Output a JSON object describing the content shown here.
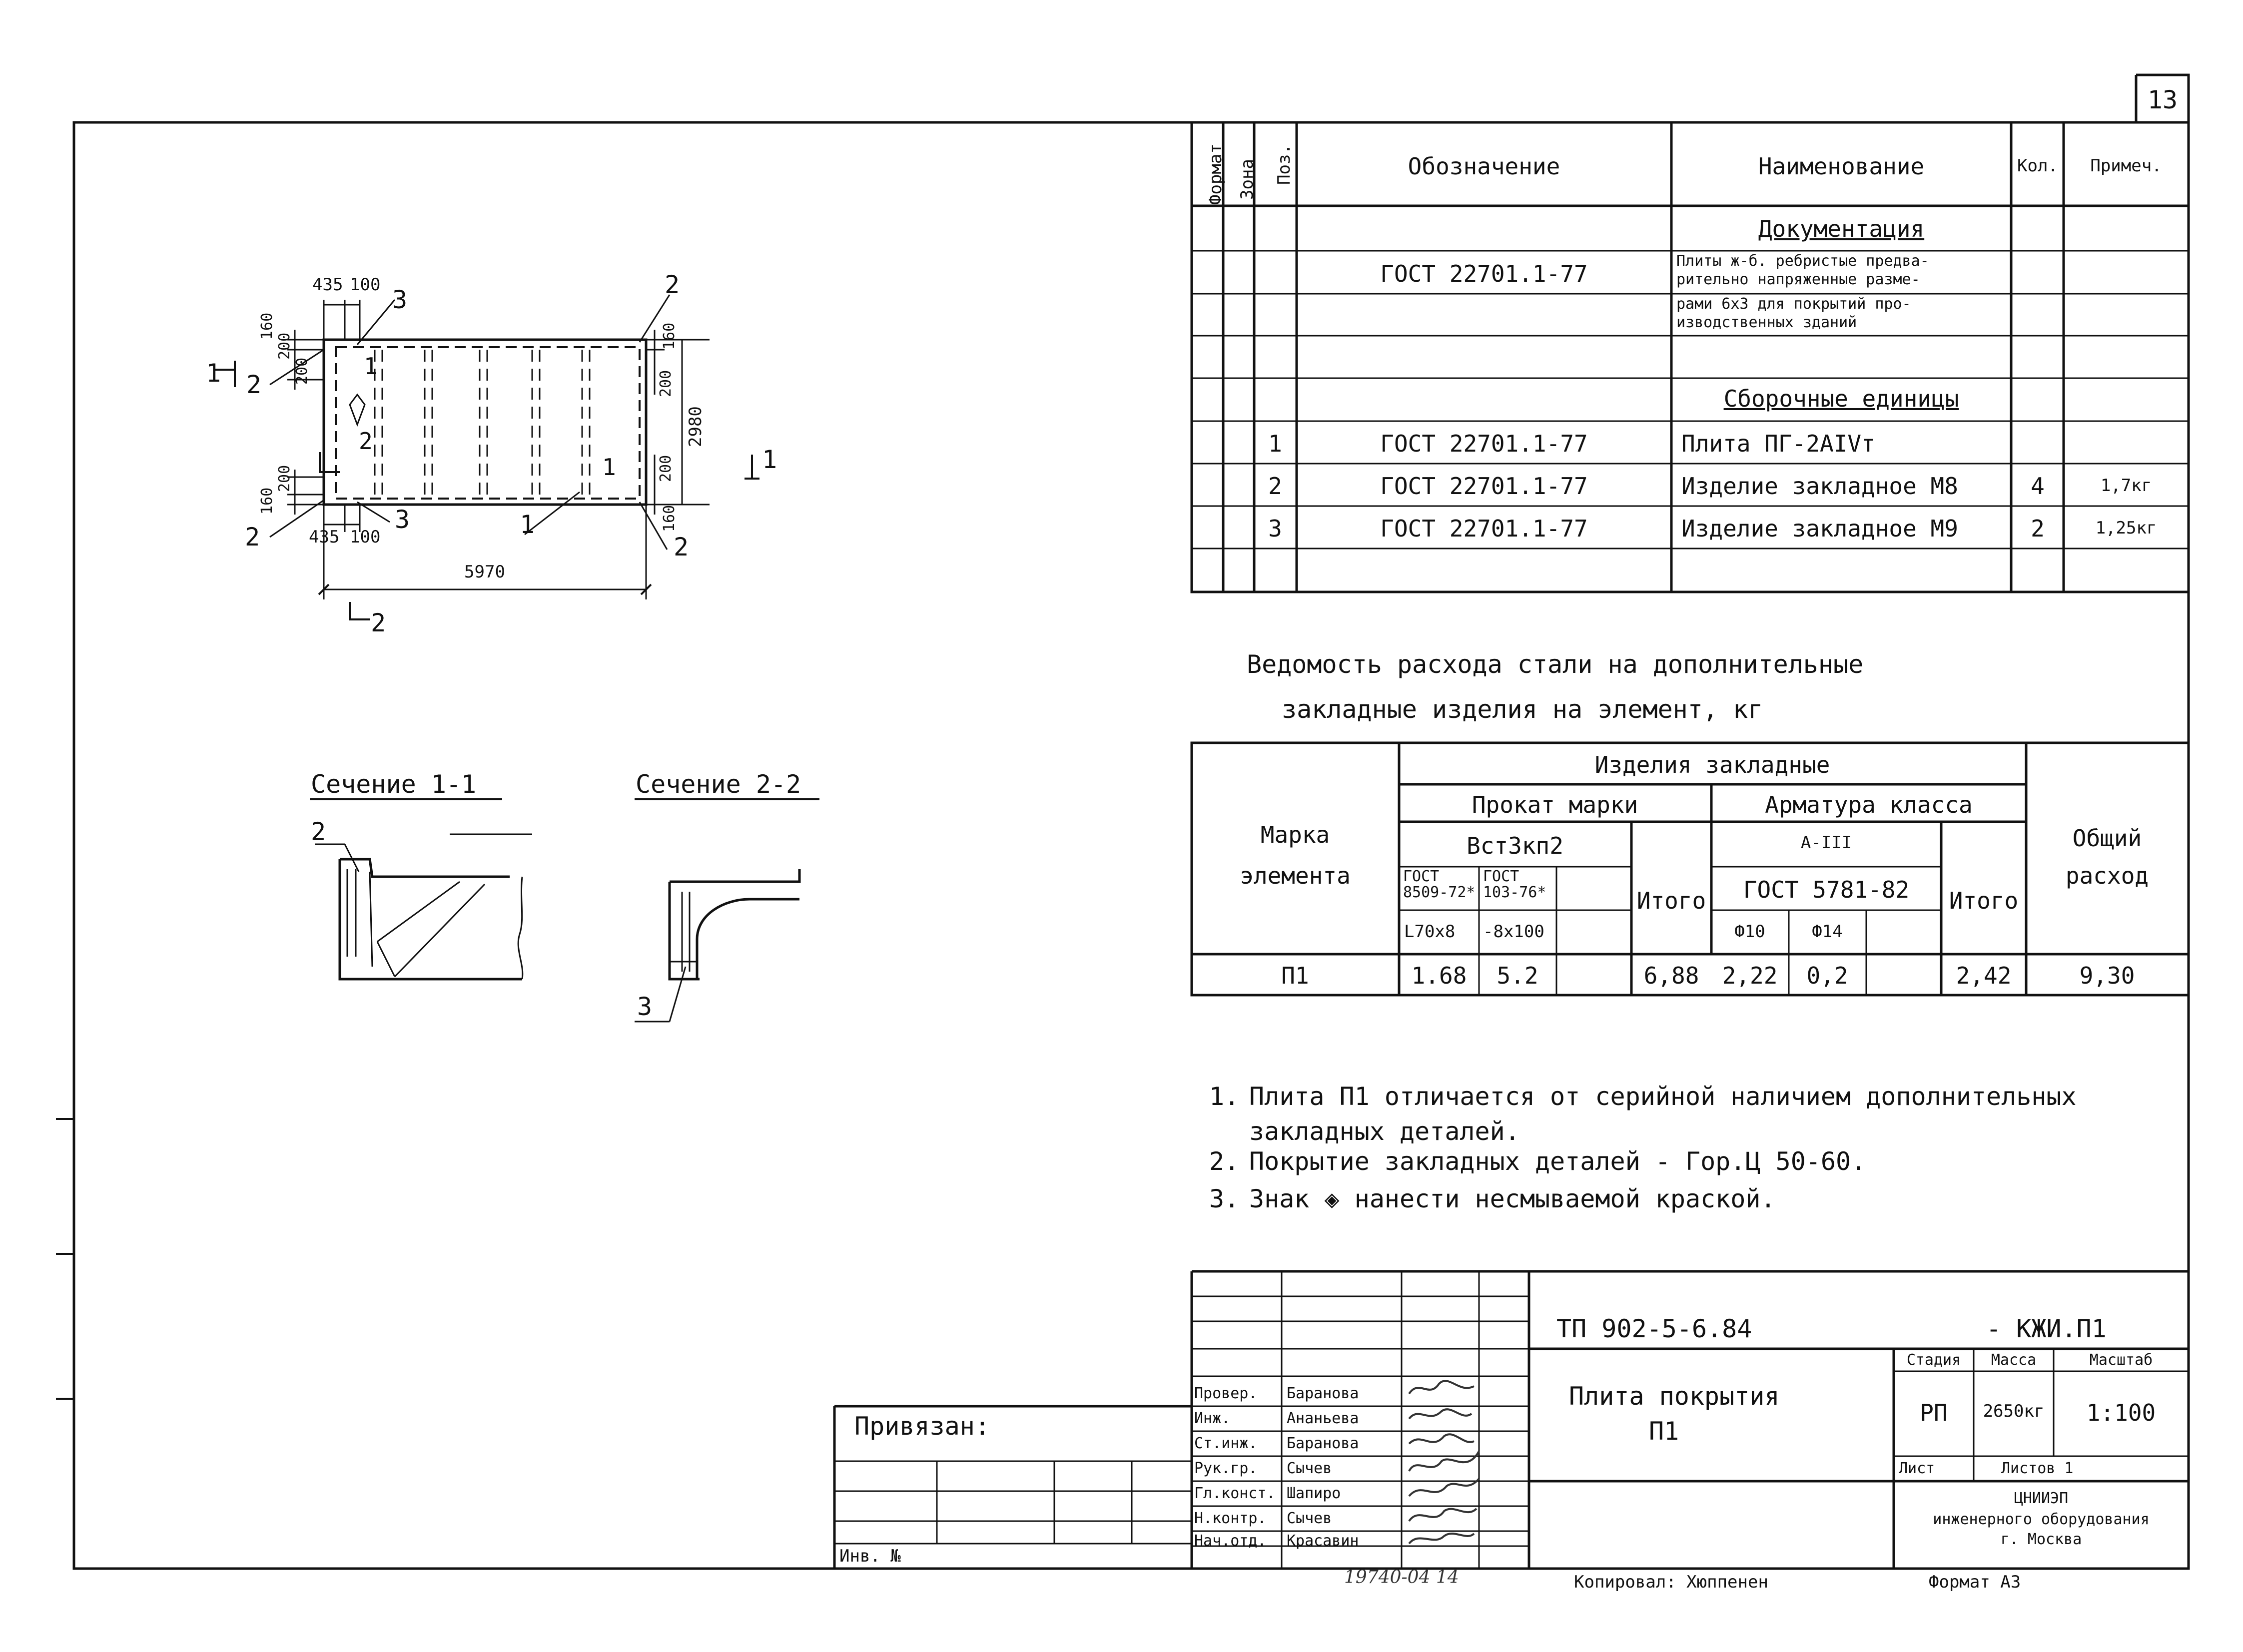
{
  "sheet_number": "13",
  "spec_table": {
    "headers": {
      "format": "Формат",
      "zone": "Зона",
      "pos": "Поз.",
      "designation": "Обозначение",
      "name": "Наименование",
      "qty": "Кол.",
      "note": "Примеч."
    },
    "section_documentation": "Документация",
    "doc_designation": "ГОСТ 22701.1-77",
    "doc_name_lines": [
      "Плиты ж-б. ребристые предва-",
      "рительно напряженные разме-",
      "рами 6х3 для покрытий про-",
      "изводственных зданий"
    ],
    "section_assemblies": "Сборочные единицы",
    "rows": [
      {
        "pos": "1",
        "designation": "ГОСТ 22701.1-77",
        "name": "Плита   ПГ-2АIVт",
        "qty": "",
        "note": ""
      },
      {
        "pos": "2",
        "designation": "ГОСТ 22701.1-77",
        "name": "Изделие закладное  М8",
        "qty": "4",
        "note": "1,7кг"
      },
      {
        "pos": "3",
        "designation": "ГОСТ 22701.1-77",
        "name": "Изделие закладное  М9",
        "qty": "2",
        "note": "1,25кг"
      }
    ]
  },
  "plan": {
    "dims": {
      "d435_top": "435",
      "d100_top": "100",
      "d160_tl": "160",
      "d200_tl": "200",
      "d200_l": "200",
      "d160_r_top": "160",
      "d200_r": "200",
      "d2980": "2980",
      "d200_rb": "200",
      "d160_rb": "160",
      "d200_lb": "200",
      "d160_lb": "160",
      "d435_bot": "435",
      "d100_bot": "100",
      "d5970": "5970"
    },
    "labels": {
      "p3_top": "3",
      "p2_tr": "2",
      "p2_tl": "2",
      "p2_bl": "2",
      "p3_bot": "3",
      "p2_br": "2",
      "p1": "1",
      "sec1_left": "1",
      "sec1_right": "1",
      "sec2_bot": "2",
      "sec2_mid": "2",
      "sec1_mid": "1",
      "inner_1": "1"
    }
  },
  "sections": {
    "title_1": "Сечение  1-1",
    "title_2": "Сечение  2-2",
    "callout_2": "2",
    "callout_3": "3"
  },
  "steel": {
    "title_line1": "Ведомость  расхода  стали на дополнительные",
    "title_line2": "закладные  изделия  на элемент, кг",
    "h_element_1": "Марка",
    "h_element_2": "элемента",
    "h_items": "Изделия   закладные",
    "h_rolled": "Прокат  марки",
    "h_rebar": "Арматура  класса",
    "h_grade": "Вст3кп2",
    "h_gost1_a": "ГОСТ",
    "h_gost1_b": "8509-72*",
    "h_gost2_a": "ГОСТ",
    "h_gost2_b": "103-76*",
    "h_total1": "Итого",
    "h_class": "А-III",
    "h_gost3": "ГОСТ 5781-82",
    "h_total2": "Итого",
    "h_grand_1": "Общий",
    "h_grand_2": "расход",
    "h_profile1": "L70x8",
    "h_profile2": "-8x100",
    "h_dia10": "Ф10",
    "h_dia14": "Ф14",
    "row": {
      "mark": "П1",
      "v1": "1.68",
      "v2": "5.2",
      "v3": "",
      "total1": "6,88",
      "d10": "2,22",
      "d14": "0,2",
      "d_extra": "",
      "total2": "2,42",
      "grand": "9,30"
    }
  },
  "notes": [
    {
      "num": "1.",
      "text": "Плита П1 отличается от серийной наличием дополнительных"
    },
    {
      "num": "",
      "text": "закладных  деталей."
    },
    {
      "num": "2.",
      "text": "Покрытие  закладных  деталей  - Гор.Ц 50-60."
    },
    {
      "num": "3.",
      "text": "Знак ◈ нанести  несмываемой  краской."
    }
  ],
  "title_block": {
    "code": "ТП 902-5-6.84",
    "code_suffix": "- КЖИ.П1",
    "title_line1": "Плита   покрытия",
    "title_line2": "П1",
    "stage_h": "Стадия",
    "mass_h": "Масса",
    "scale_h": "Масштаб",
    "stage": "РП",
    "mass": "2650кг",
    "scale": "1:100",
    "sheet_h": "Лист",
    "sheets_h": "Листов 1",
    "org_1": "ЦНИИЭП",
    "org_2": "инженерного оборудования",
    "org_3": "г. Москва",
    "staff": [
      {
        "role": "Провер.",
        "name": "Баранова"
      },
      {
        "role": "Инж.",
        "name": "Ананьева"
      },
      {
        "role": "Ст.инж.",
        "name": "Баранова"
      },
      {
        "role": "Рук.гр.",
        "name": "Сычев"
      },
      {
        "role": "Гл.конст.",
        "name": "Шапиро"
      },
      {
        "role": "Н.контр.",
        "name": "Сычев"
      },
      {
        "role": "Нач.отд.",
        "name": "Красавин"
      }
    ],
    "bound": "Привязан:",
    "inv": "Инв. №",
    "copied": "Копировал: Хюппенен",
    "format": "Формат А3",
    "bottom_number": "19740-04  14"
  }
}
